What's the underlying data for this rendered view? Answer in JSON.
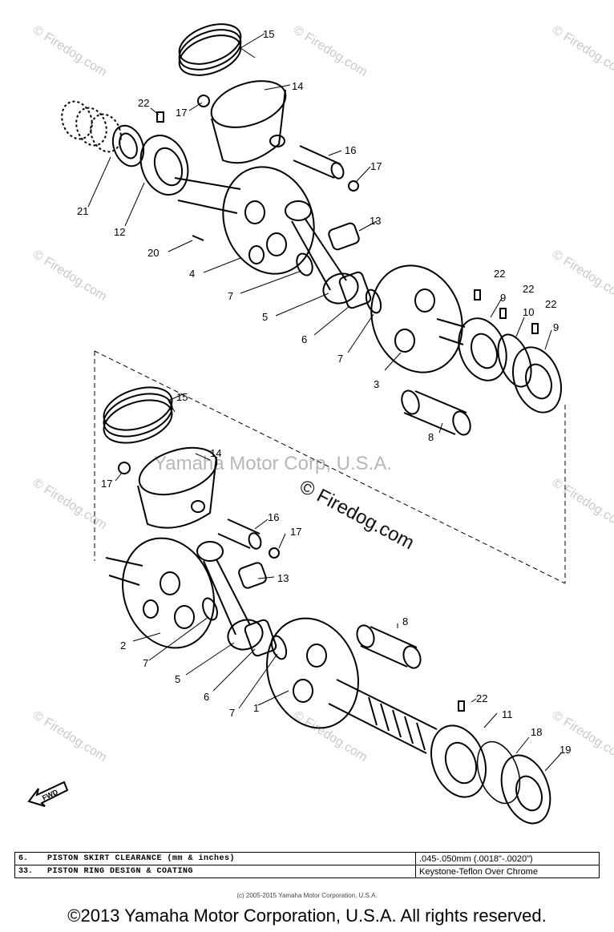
{
  "watermark": {
    "repeat_text": "© Firedog.com",
    "center_text": "© Firedog.com",
    "yamaha_text": "Yamaha Motor Corp, U.S.A."
  },
  "part_labels": {
    "p1": "1",
    "p2": "2",
    "p3": "3",
    "p4": "4",
    "p5": "5",
    "p6": "6",
    "p7": "7",
    "p8": "8",
    "p9": "9",
    "p10": "10",
    "p11": "11",
    "p12": "12",
    "p13": "13",
    "p14": "14",
    "p15": "15",
    "p16": "16",
    "p17": "17",
    "p18": "18",
    "p19": "19",
    "p20": "20",
    "p21": "21",
    "p22": "22"
  },
  "fwd_label": "FWD",
  "spec_table": [
    {
      "num": "6.",
      "label": "PISTON SKIRT CLEARANCE (mm & inches)",
      "value": ".045-.050mm (.0018\"-.0020\")"
    },
    {
      "num": "33.",
      "label": "PISTON RING DESIGN & COATING",
      "value": "Keystone-Teflon Over Chrome"
    }
  ],
  "small_credit": "(c) 2005-2015 Yamaha Motor Corporation, U.S.A.",
  "copyright": "©2013 Yamaha Motor Corporation, U.S.A. All rights reserved."
}
